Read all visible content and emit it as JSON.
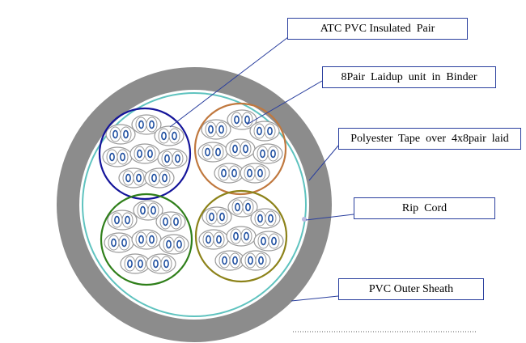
{
  "labels": {
    "atc_pvc_insulated_pair": "ATC PVC Insulated  Pair",
    "eight_pair_laidup": "8Pair  Laidup  unit  in  Binder",
    "polyester_tape": "Polyester  Tape  over  4x8pair  laid",
    "rip_cord": "Rip  Cord",
    "pvc_outer_sheath": "PVC Outer Sheath"
  },
  "colors": {
    "outer_sheath": "#8c8c8c",
    "polyester_tape": "#5fc3bf",
    "binder_top_left": "#14149a",
    "binder_top_right": "#c0783e",
    "binder_bottom_left": "#2f7f1a",
    "binder_bottom_right": "#8c8219",
    "leader_line": "#2a3f9e",
    "conductor": "#1f4fa0",
    "pair_outline": "#9a9a9a"
  },
  "binder_units": [
    {
      "name": "binder-unit-top-left",
      "color_key": "binder_top_left",
      "pairs": 8
    },
    {
      "name": "binder-unit-top-right",
      "color_key": "binder_top_right",
      "pairs": 8
    },
    {
      "name": "binder-unit-bottom-left",
      "color_key": "binder_bottom_left",
      "pairs": 8
    },
    {
      "name": "binder-unit-bottom-right",
      "color_key": "binder_bottom_right",
      "pairs": 8
    }
  ]
}
